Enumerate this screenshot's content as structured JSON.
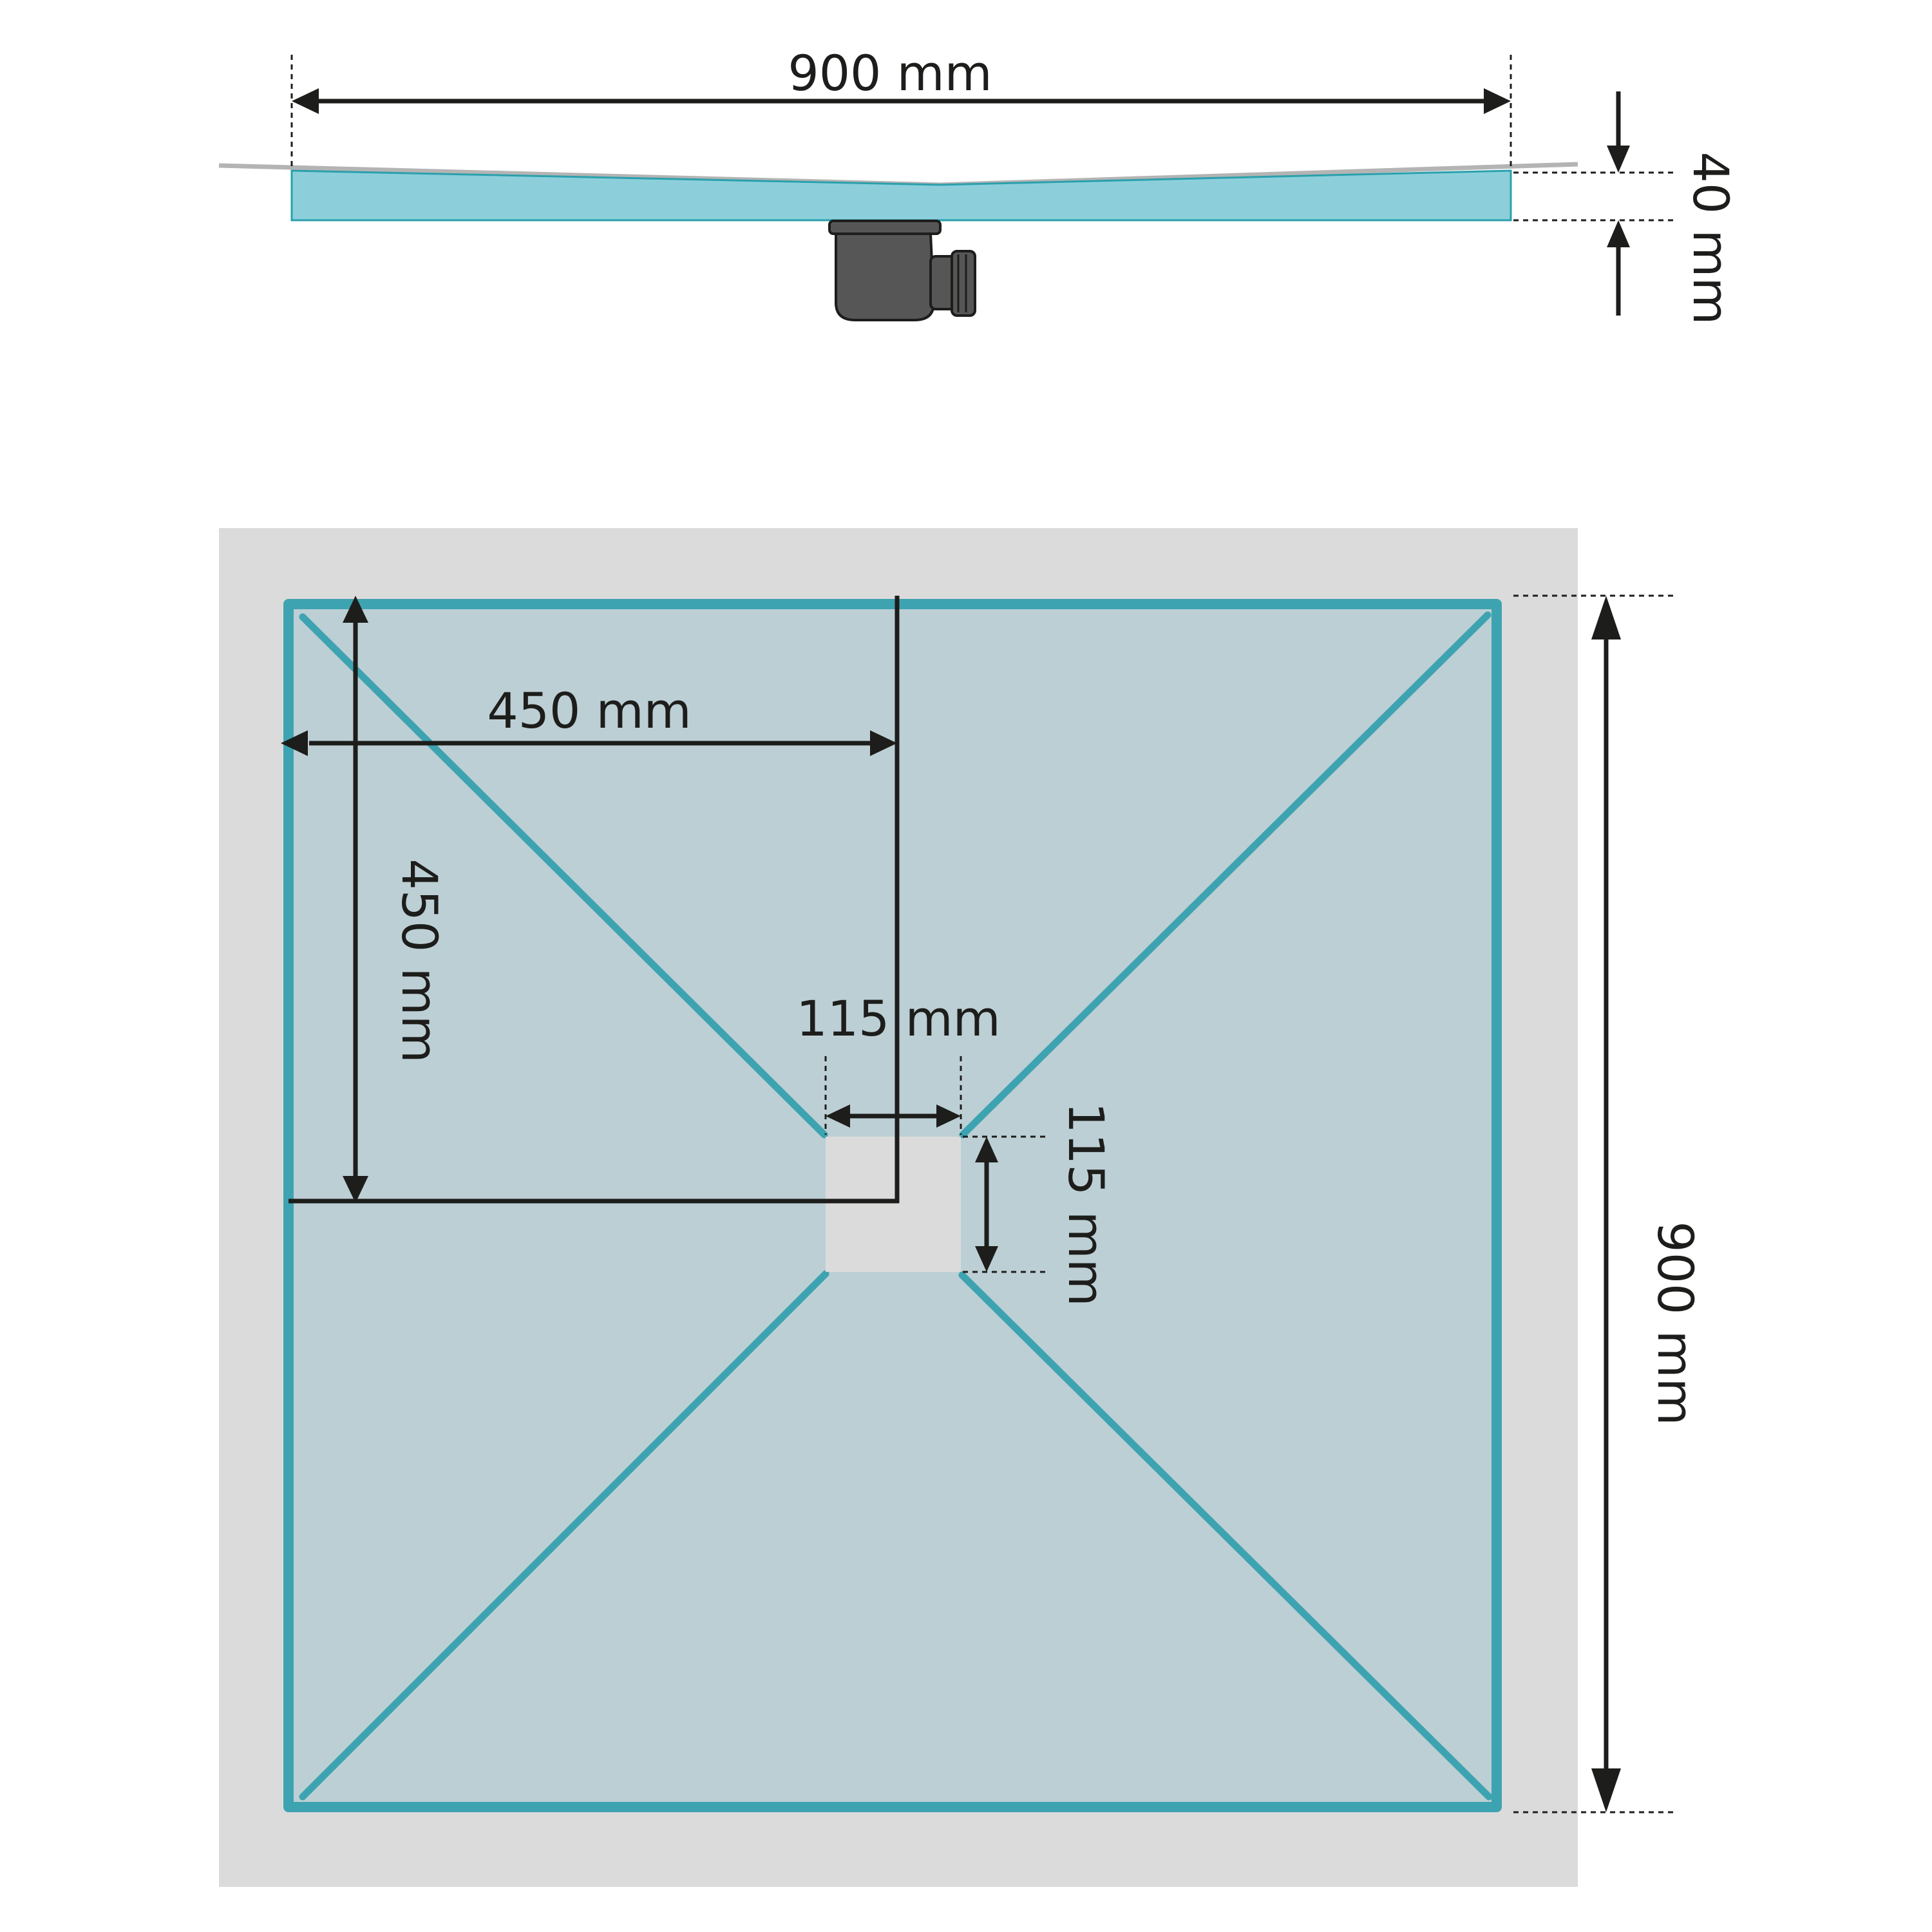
{
  "colors": {
    "tray_fill": "#bccfd4",
    "tray_edge": "#3ea3b1",
    "side_fill": "#8ccfdb",
    "side_edge": "#2aa0ad",
    "floor_gray": "#dcdbdb",
    "floor_line": "#b4b4b4",
    "drain_dark": "#575656",
    "drain_outline": "#1d1d1b",
    "dimension": "#1d1d1b"
  },
  "side_view": {
    "width_label": "900 mm",
    "height_label": "40 mm"
  },
  "top_view": {
    "drain_offset_x_label": "450 mm",
    "drain_offset_y_label": "450 mm",
    "drain_width_label": "115 mm",
    "drain_height_label": "115 mm",
    "depth_label": "900 mm"
  }
}
